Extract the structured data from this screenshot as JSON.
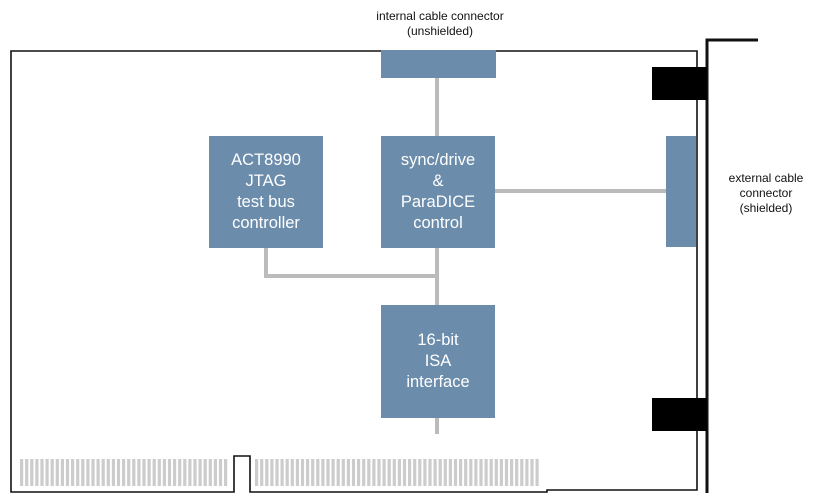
{
  "labels": {
    "internal_connector": "internal cable connector\n(unshielded)",
    "external_connector": "external cable\nconnector\n(shielded)"
  },
  "blocks": {
    "jtag_controller": "ACT8990\nJTAG\ntest bus\ncontroller",
    "sync_drive": "sync/drive\n&\nParaDICE\ncontrol",
    "isa_interface": "16-bit\nISA\ninterface"
  },
  "colors": {
    "block_fill": "#6b8cab",
    "wire": "#bbbbbb",
    "outline": "#111111",
    "bracket_clip": "#000000",
    "edge_pins": "#cccccc"
  }
}
